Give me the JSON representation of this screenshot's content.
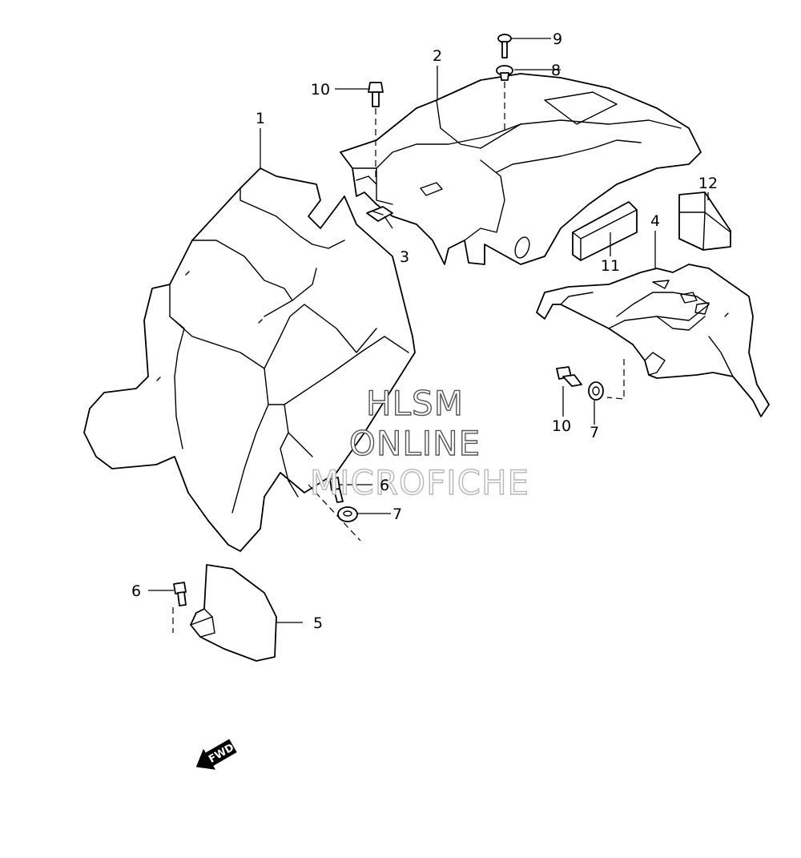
{
  "colors": {
    "line": "#000000",
    "background": "#ffffff",
    "watermark_outline": "#b8b8b8"
  },
  "callouts": {
    "c1": "1",
    "c2": "2",
    "c3": "3",
    "c4": "4",
    "c5": "5",
    "c6a": "6",
    "c6b": "6",
    "c7a": "7",
    "c7b": "7",
    "c8": "8",
    "c9": "9",
    "c10a": "10",
    "c10b": "10",
    "c11": "11",
    "c12": "12"
  },
  "watermark": {
    "line1": "HLSM",
    "line2": "ONLINE",
    "line3": "MICROFICHE"
  },
  "fwd": {
    "label": "FWD",
    "icon": "forward-direction-arrow-icon"
  }
}
